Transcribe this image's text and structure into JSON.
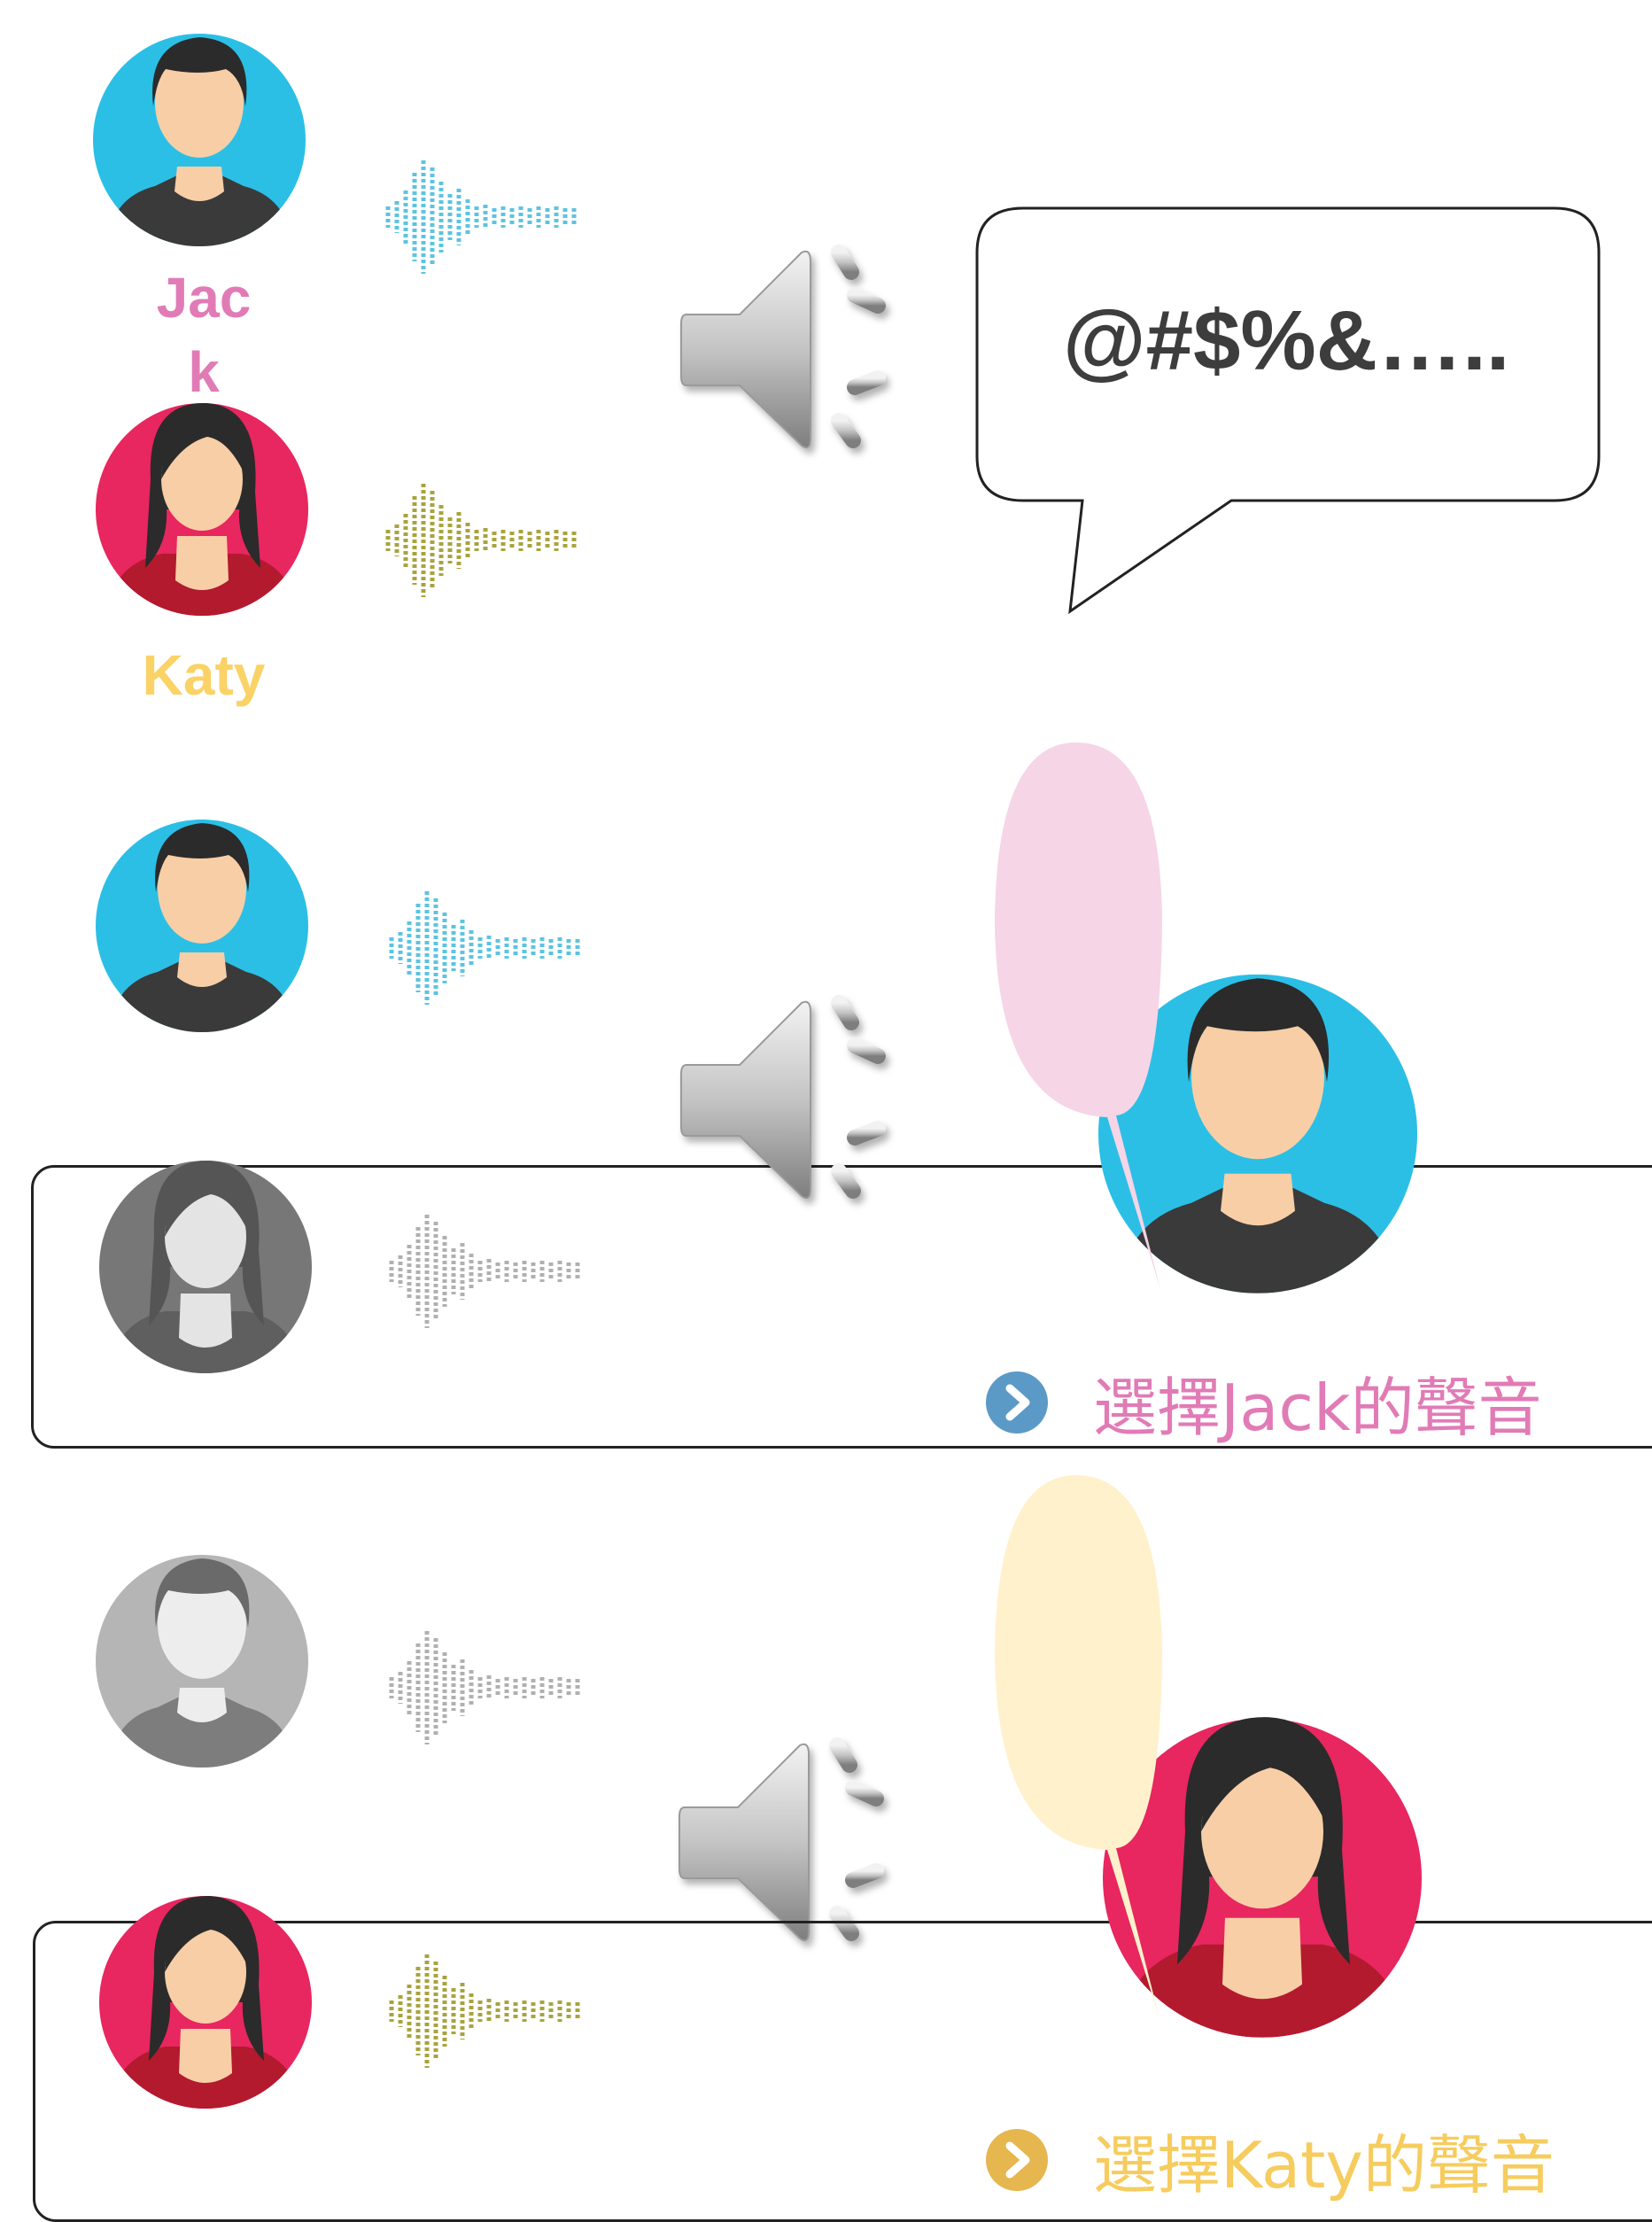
{
  "speakers": {
    "jack": {
      "label": "Jac\nk",
      "color": "#e17bb6"
    },
    "katy": {
      "label": "Katy",
      "color": "#fbd266"
    }
  },
  "speech_bubble": {
    "text": "@#$%&….."
  },
  "options": [
    {
      "label": "選擇Jack的聲音",
      "color": "#e17bb6",
      "icon": "chevron-right-circle-icon",
      "icon_color": "#5b9ac6"
    },
    {
      "label": "選擇Katy的聲音",
      "color": "#f6cc5e",
      "icon": "chevron-right-circle-icon",
      "icon_color": "#e6b64f"
    }
  ],
  "colors": {
    "jack_bg": "#2bbfe6",
    "katy_bg": "#e8265f",
    "skin": "#f8cea6",
    "shirt": "#3a3a3a",
    "hair": "#2b2b2b",
    "wave_blue": "#5cc4e0",
    "wave_olive": "#a9a33d",
    "wave_gray": "#b0b0b0",
    "pink_balloon": "#f5d5e6",
    "yellow_balloon": "#fff1cc"
  }
}
